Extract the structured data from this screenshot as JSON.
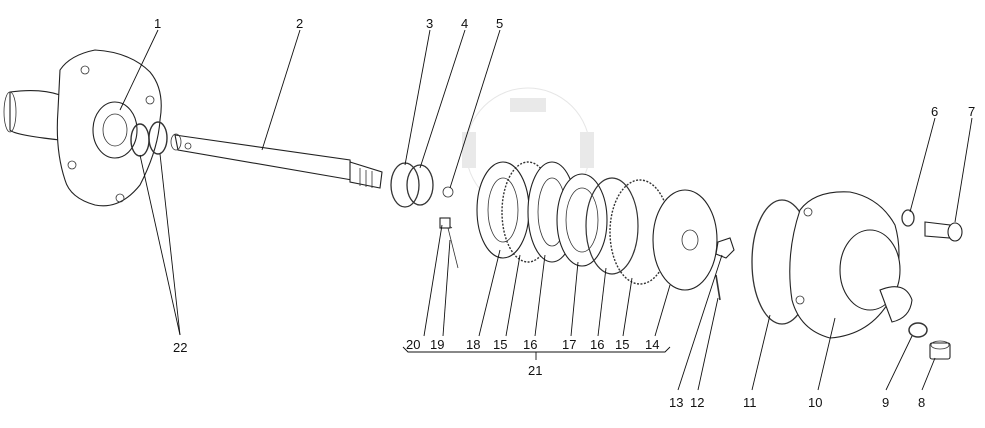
{
  "labels": {
    "l1": "1",
    "l2": "2",
    "l3": "3",
    "l4": "4",
    "l5": "5",
    "l6": "6",
    "l7": "7",
    "l8": "8",
    "l9": "9",
    "l10": "10",
    "l11": "11",
    "l12": "12",
    "l13": "13",
    "l14a": "14",
    "l15a": "15",
    "l15b": "15",
    "l16a": "16",
    "l16b": "16",
    "l17": "17",
    "l18": "18",
    "l19": "19",
    "l20": "20",
    "l21": "21",
    "l22": "22"
  }
}
